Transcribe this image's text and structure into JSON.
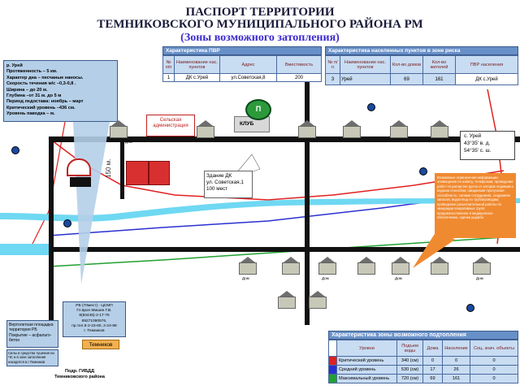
{
  "title": {
    "line1": "ПАСПОРТ ТЕРРИТОРИИ",
    "line2": "ТЕМНИКОВСКОГО МУНИЦИПАЛЬНОГО РАЙОНА РМ",
    "line3": "(Зоны возможного затопления)"
  },
  "river_info": {
    "lines": [
      "р. Урей",
      "Протяженность – 5 км.",
      "Характер дна – песчаные наносы.",
      "Скорость течения м/с –0,3-0,8 .",
      "Ширина – до 20 м.",
      "Глубина –от 31 м. до 5 м",
      "Период ледостава: ноябрь – март",
      "Критический уровень –436 см.",
      "Уровень паводка – м."
    ]
  },
  "pvr_table": {
    "title": "Характеристика ПВР",
    "headers": [
      "№ п/п",
      "Наименование нас. пунктов",
      "Адрес",
      "Вместимость"
    ],
    "rows": [
      [
        "1",
        "ДК с.Урей",
        "ул.Советская,8",
        "200"
      ]
    ]
  },
  "np_table": {
    "title": "Характеристика населенных пунктов в зоне риска",
    "headers": [
      "№ п/п",
      "Наименование нас. пунктов",
      "Кол-во домов",
      "Кол-во жителей",
      "ПВР населения"
    ],
    "rows": [
      [
        "3",
        "Урей",
        "69",
        "161",
        "ДК с.Урей"
      ]
    ]
  },
  "coords": {
    "village": "с. Урей",
    "lat": "43°35' в. д.",
    "lon": "54°35' с. ш."
  },
  "warning": "Возможные ограничения информации, оповещения по набату, телефонам; проведение работ по расчистке русла от заторов ледовым и водным способом; ожидаемая пропускная способность: силами сотрудников, созданием запасов; водоотвод по трубопроводам; проведение разъяснительной работы по эвакуации оперативных групп; продовольственное и медицинское обеспечение, оценка ущерба",
  "dk_box": {
    "lines": [
      "Здание ДК",
      "ул. Советская,1",
      "100 мест"
    ]
  },
  "school_box": {
    "lines": [
      "Сельская",
      "администрация"
    ]
  },
  "club_label": "КЛУБ",
  "pvr_badge": "П",
  "meter_label": "150 м.",
  "rb_box": {
    "lines": [
      "РБ (70мест) - ЦСМП",
      "Гл.врач Мишин Г.В.",
      "8(83445)-2-17-76",
      "89271090576,",
      "пр.тел.8-2-23-60, 2-24-88",
      "г. Темников"
    ]
  },
  "temnikov_sign": "Темников",
  "heli_box": {
    "lines": [
      "Вертолетная площадка",
      "территория РБ",
      "Покрытие – асфальто-",
      "бетон"
    ]
  },
  "forces_box": "Силы и средства тушения на ЧС и в зоне затопления находятся в г.Темников",
  "gibdd": {
    "lines": [
      "Подр. ГИБДД",
      "Темниковского района"
    ]
  },
  "houses_label": "Дом",
  "zone_table": {
    "title": "Характеристика зоны возможного подтопления",
    "headers": [
      "Уровни",
      "Подъем воды",
      "Дома",
      "Население",
      "Соц. знач. объекты"
    ],
    "rows": [
      {
        "color": "#e02020",
        "level": "Критический уровень",
        "rise": "340 (см)",
        "houses": "0",
        "pop": "0",
        "soc": "0"
      },
      {
        "color": "#2a30d0",
        "level": "Средний уровень",
        "rise": "530 (см)",
        "houses": "17",
        "pop": "26",
        "soc": "0"
      },
      {
        "color": "#20a030",
        "level": "Максимальный уровень",
        "rise": "720 (см)",
        "houses": "69",
        "pop": "161",
        "soc": "0"
      }
    ]
  }
}
